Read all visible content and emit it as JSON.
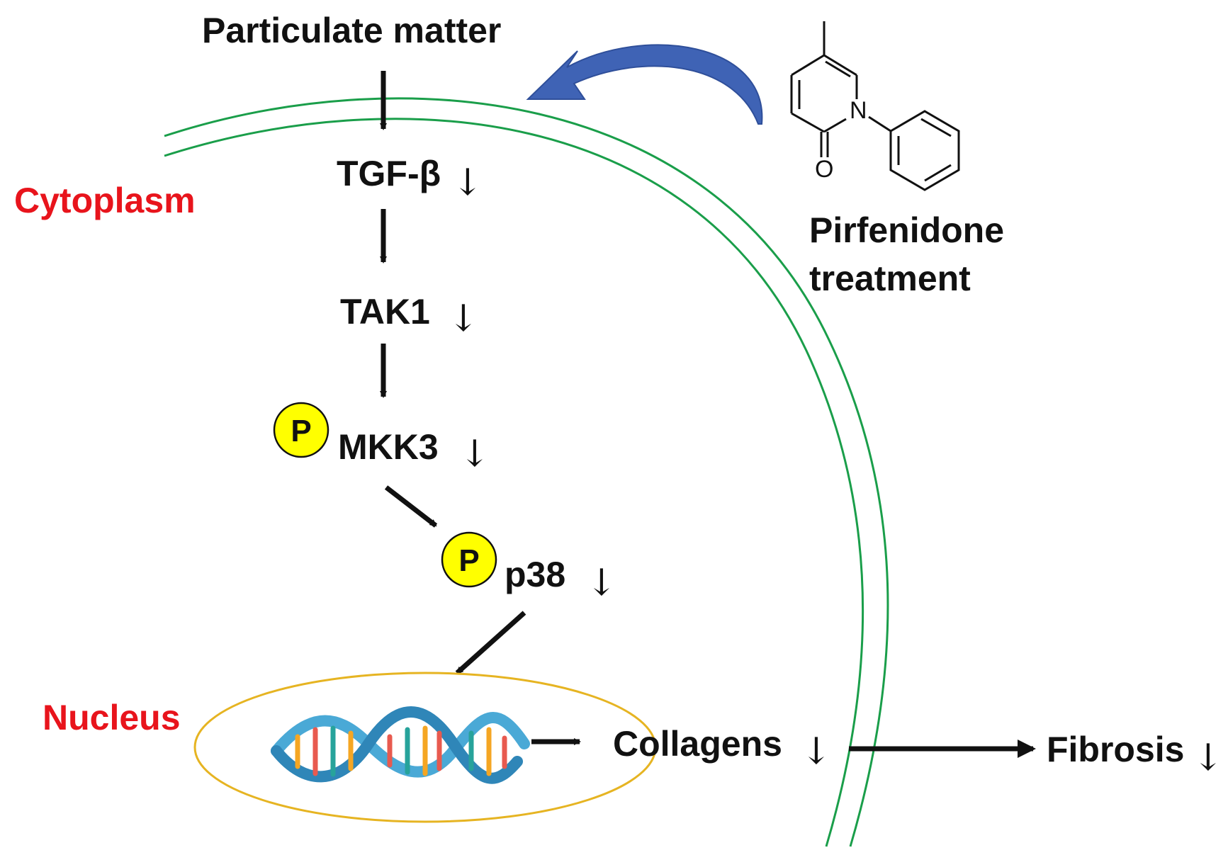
{
  "stimulus": "Particulate matter",
  "drug": {
    "line1": "Pirfenidone",
    "line2": "treatment",
    "atom_n": "N",
    "atom_o": "O"
  },
  "compartments": {
    "cytoplasm": "Cytoplasm",
    "nucleus": "Nucleus"
  },
  "pathway": {
    "tgf": "TGF-β",
    "tak1": "TAK1",
    "mkk3": "MKK3",
    "p38": "p38",
    "collagens": "Collagens",
    "fibrosis": "Fibrosis"
  },
  "phospho_label": "P",
  "down_symbol": "↓",
  "colors": {
    "membrane": "#1a9e4a",
    "nucleus_border": "#e6b422",
    "compartment_label": "#e8141c",
    "inhibition_arrow": "#3f63b5",
    "phospho_fill": "#ffff00",
    "dna_strand": "#4aa9d6"
  },
  "icons": {
    "dna": "dna-helix-icon",
    "molecule": "pirfenidone-structure-icon"
  }
}
